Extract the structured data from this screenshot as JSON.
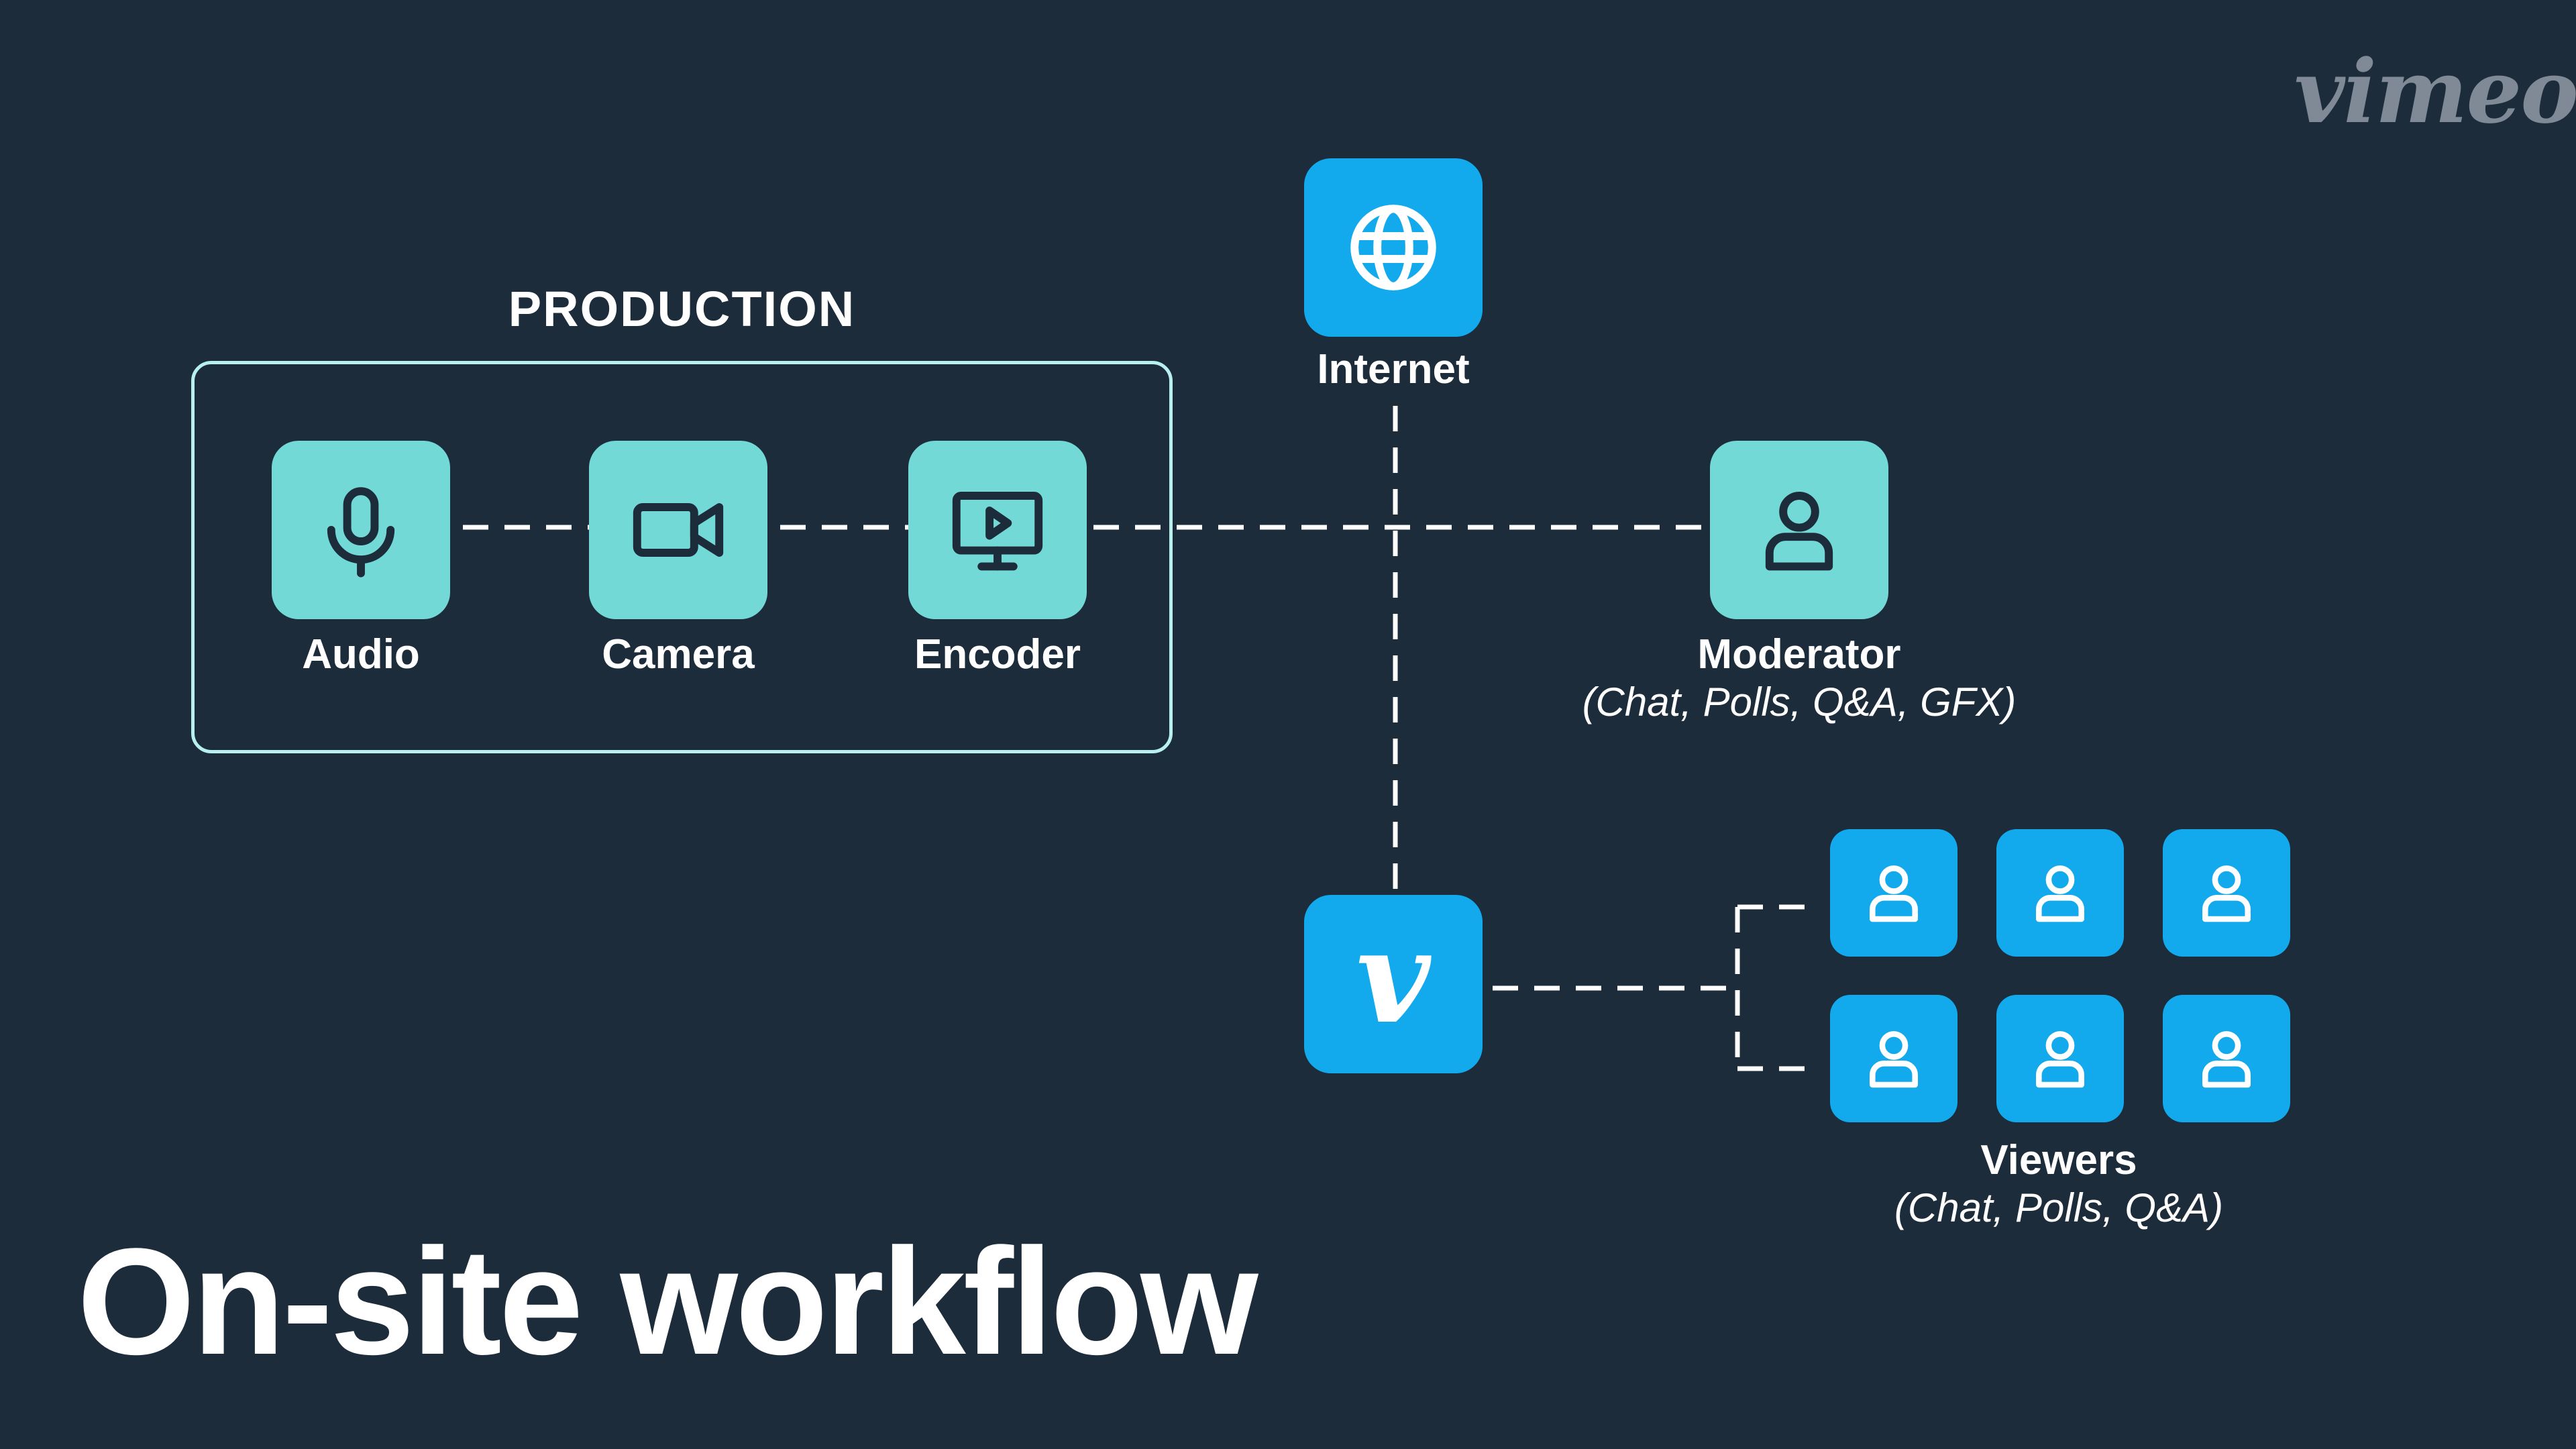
{
  "brand": {
    "logo_text": "vimeo"
  },
  "title": "On-site workflow",
  "production": {
    "heading": "PRODUCTION",
    "nodes": [
      {
        "label": "Audio",
        "icon": "microphone-icon"
      },
      {
        "label": "Camera",
        "icon": "video-camera-icon"
      },
      {
        "label": "Encoder",
        "icon": "monitor-play-icon"
      }
    ]
  },
  "internet": {
    "label": "Internet",
    "icon": "globe-icon"
  },
  "moderator": {
    "label": "Moderator",
    "sublabel": "(Chat, Polls, Q&A, GFX)",
    "icon": "user-icon"
  },
  "platform": {
    "glyph": "v",
    "icon": "vimeo-logo-icon"
  },
  "viewers": {
    "label": "Viewers",
    "sublabel": "(Chat, Polls, Q&A)",
    "count": 6,
    "icon": "user-icon"
  },
  "colors": {
    "background": "#1c2c3b",
    "teal": "#73d9d6",
    "blue": "#13aaed",
    "box_border": "#b8f0ee"
  }
}
